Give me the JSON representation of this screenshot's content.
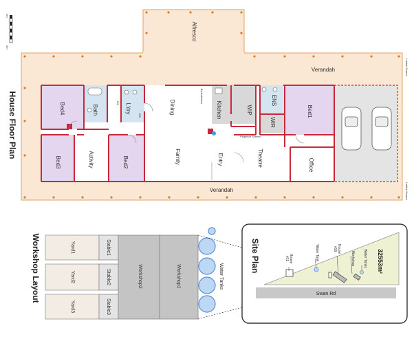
{
  "titles": {
    "house_floor_plan": "House Floor Plan",
    "workshop_layout": "Workshop Layout",
    "site_plan": "Site Plan"
  },
  "house": {
    "alfresco": "Alfresco",
    "verandah_top": "Verandah",
    "verandah_bottom": "Verandah",
    "rooms": {
      "bed4": "Bed4",
      "bed3": "Bed3",
      "bath": "Bath",
      "ldry": "L'dry",
      "activity": "Activity",
      "bed2": "Bed2",
      "dining": "Dining",
      "family": "Family",
      "kitchen": "Kitchen",
      "entry": "Entry",
      "wip": "WIP",
      "ens": "ENS",
      "wir": "WIR",
      "theatre": "Theatre",
      "bed1": "Bed1",
      "office": "Office"
    },
    "small_labels": {
      "bookshelves": "Bookshelves",
      "projector_screen": "Projector Screen",
      "lin": "LIN",
      "wc": "WC",
      "lattice_screen_top": "Lattice Screen",
      "lattice_screen_bottom": "Lattice Screen"
    },
    "scale": {
      "start": "0m",
      "end": "5m"
    }
  },
  "workshop": {
    "yards": [
      "Yard1",
      "Yard2",
      "Yard3"
    ],
    "stables": [
      "Stable1",
      "Stable2",
      "Stable3"
    ],
    "workshop2": "Workshop2",
    "workshop1": "Workshop1",
    "water_tanks": "Water Tanks"
  },
  "site": {
    "area": "32553m²",
    "road": "Swan Rd",
    "house_label": "House",
    "house_no": "#18",
    "house2_label": "House",
    "house2_no": "#11",
    "workshop": "Workshop",
    "water_tanks": "Water Tanks",
    "water_tank": "Water Tank"
  },
  "colors": {
    "verandah_fill": "#fbe8d4",
    "verandah_border": "#e0a060",
    "wall": "#c8283c",
    "bedroom_fill": "#e4d6ee",
    "wet_fill": "#d4e4f0",
    "grey_fill": "#d8d8d8",
    "garage_fill": "#e4e4e4",
    "workshop_fill": "#c4c4c4",
    "yard_fill": "#f3ece4",
    "stable_fill": "#e4e4e4",
    "tank_fill": "#bcd8f4",
    "tank_stroke": "#5b8fd4",
    "site_fill": "#eef2d2",
    "road_fill": "#c8c8c8",
    "dot": "#e07a1c"
  }
}
